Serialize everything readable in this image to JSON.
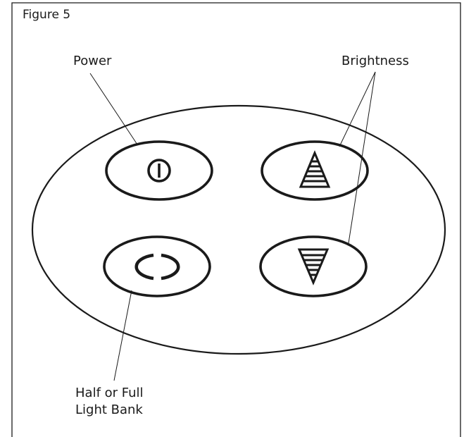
{
  "figure": {
    "title": "Figure 5"
  },
  "labels": {
    "power": "Power",
    "brightness": "Brightness",
    "half_full_line1": "Half or Full",
    "half_full_line2": "Light Bank"
  },
  "buttons": [
    {
      "id": "power",
      "icon": "power-icon"
    },
    {
      "id": "brightness-up",
      "icon": "triangle-up-striped-icon"
    },
    {
      "id": "half-full",
      "icon": "split-circle-icon"
    },
    {
      "id": "brightness-down",
      "icon": "triangle-down-striped-icon"
    }
  ],
  "colors": {
    "stroke": "#1a1a1a",
    "background": "#ffffff"
  }
}
